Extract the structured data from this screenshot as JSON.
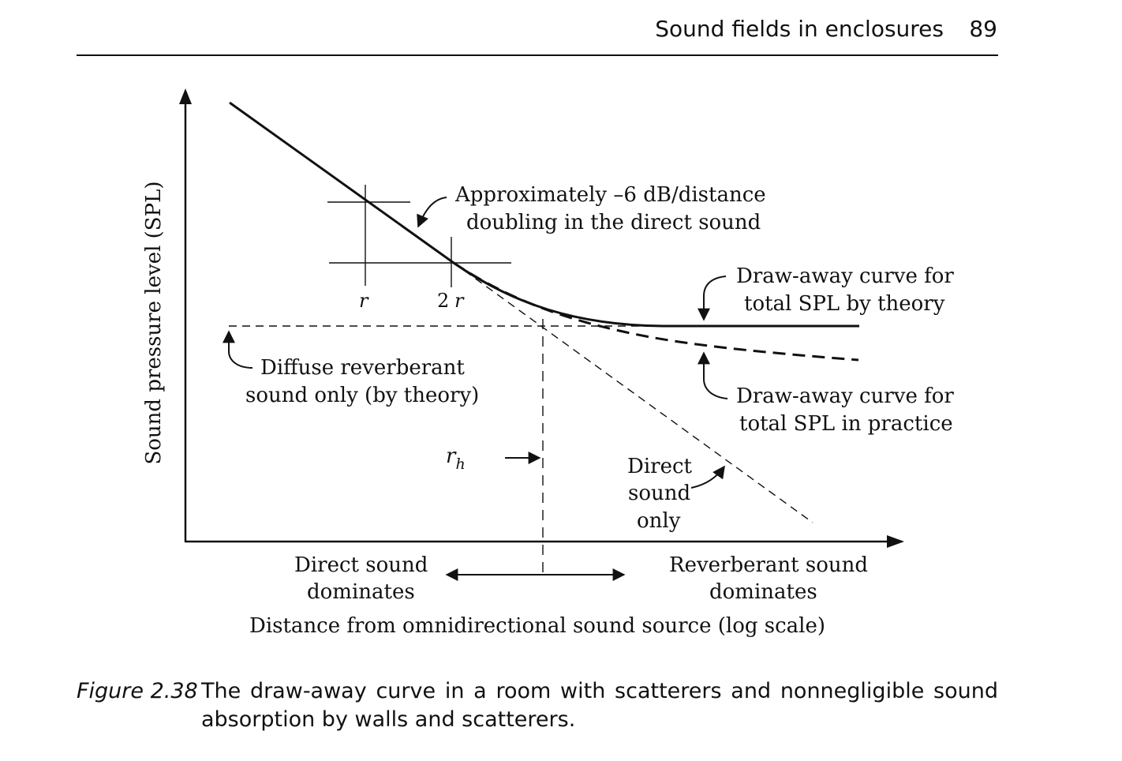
{
  "header": {
    "title": "Sound fields in enclosures",
    "page_number": "89"
  },
  "figure": {
    "y_axis_label": "Sound pressure level (SPL)",
    "x_axis_label": "Distance from omnidirectional sound source (log scale)",
    "annotations": {
      "slope_line1": "Approximately –6 dB/distance",
      "slope_line2": "doubling in the direct sound",
      "theory_line1": "Draw-away curve for",
      "theory_line2": "total SPL by theory",
      "practice_line1": "Draw-away curve for",
      "practice_line2": "total SPL in practice",
      "diffuse_line1": "Diffuse reverberant",
      "diffuse_line2": "sound only (by theory)",
      "direct_line1": "Direct",
      "direct_line2": "sound",
      "direct_line3": "only",
      "tick_r": "r",
      "tick_2": "2",
      "tick_2r_r": "r",
      "rh_r": "r",
      "rh_sub": "h",
      "region_left_line1": "Direct sound",
      "region_left_line2": "dominates",
      "region_right_line1": "Reverberant sound",
      "region_right_line2": "dominates"
    }
  },
  "caption": {
    "label": "Figure 2.38",
    "text": "The draw-away curve in a room with scatterers and nonnegligible sound absorption by walls and scatterers."
  }
}
